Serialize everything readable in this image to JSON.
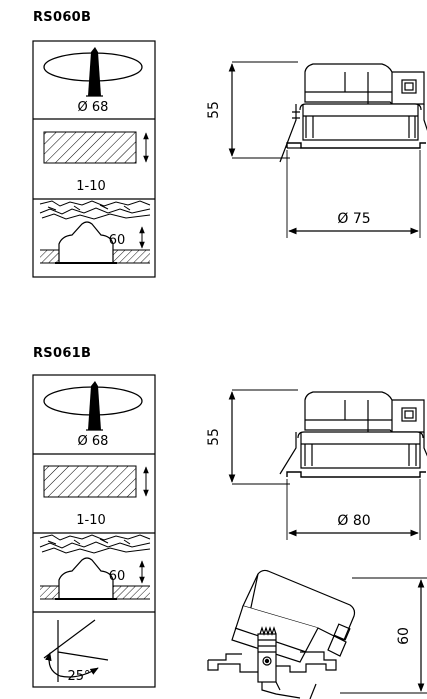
{
  "models": [
    {
      "code": "RS060B",
      "cutout_label": "Ø 68",
      "ceiling_label": "1-10",
      "insulation_label": "60",
      "height_label": "55",
      "width_label": "Ø 75"
    },
    {
      "code": "RS061B",
      "cutout_label": "Ø 68",
      "ceiling_label": "1-10",
      "insulation_label": "60",
      "tilt_label": "25°",
      "height_label": "55",
      "width_label": "Ø 80",
      "tilted_height_label": "60"
    }
  ]
}
